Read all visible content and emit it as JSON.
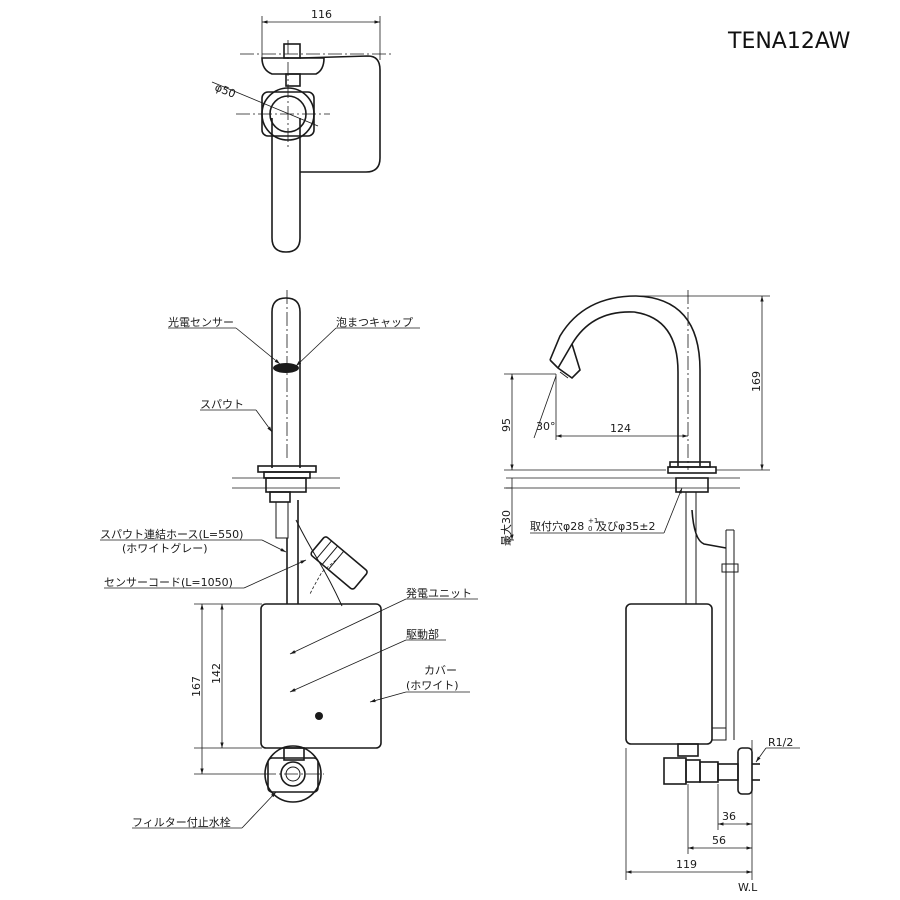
{
  "model": "TENA12AW",
  "labels": {
    "sensor": "光電センサー",
    "aerator_cap": "泡まつキャップ",
    "spout": "スパウト",
    "hose": "スパウト連結ホース(L=550)",
    "hose_color": "(ホワイトグレー)",
    "sensor_cord": "センサーコード(L=1050)",
    "generator": "発電ユニット",
    "drive": "駆動部",
    "cover": "カバー",
    "cover_color": "(ホワイト)",
    "stop_valve": "フィルター付止水栓",
    "mount_hole": "取付穴φ28",
    "mount_tol_upper": "+1",
    "mount_tol_lower": "0",
    "mount_hole_2": "及びφ35±2",
    "thread": "R1/2",
    "wall_line": "W.L"
  },
  "dimensions": {
    "top_width": "116",
    "phi50": "φ50",
    "height_169": "169",
    "height_95": "95",
    "reach_124": "124",
    "angle_30": "30°",
    "max_30": "最大30",
    "box_167": "167",
    "box_142": "142",
    "d36": "36",
    "d56": "56",
    "d119": "119"
  }
}
